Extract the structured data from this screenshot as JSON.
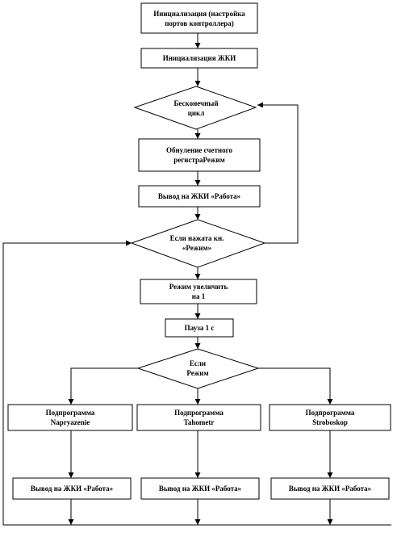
{
  "flowchart": {
    "init_mc": "Инициализация (настройка\nпортов контроллера)",
    "init_lcd": "Инициализация ЖКИ",
    "infinite_loop": "Бесконечный\nцикл",
    "reset_counter": "Обнуление счетного\nрегистраРежим",
    "out_work": "Вывод на ЖКИ «Работа»",
    "if_mode_pressed": "Если нажата кн.\n«Режим»",
    "mode_inc": "Режим увеличить\nна 1",
    "pause": "Пауза 1 с",
    "if_mode": "Если\nРежим",
    "sub_1": "Подпрограмма\nNapryazenie",
    "sub_2": "Подпрограмма\nTahometr",
    "sub_3": "Подпрограмма\nStroboskop",
    "out_work_1": "Вывод на ЖКИ «Работа»",
    "out_work_2": "Вывод на ЖКИ «Работа»",
    "out_work_3": "Вывод на ЖКИ «Работа»"
  }
}
